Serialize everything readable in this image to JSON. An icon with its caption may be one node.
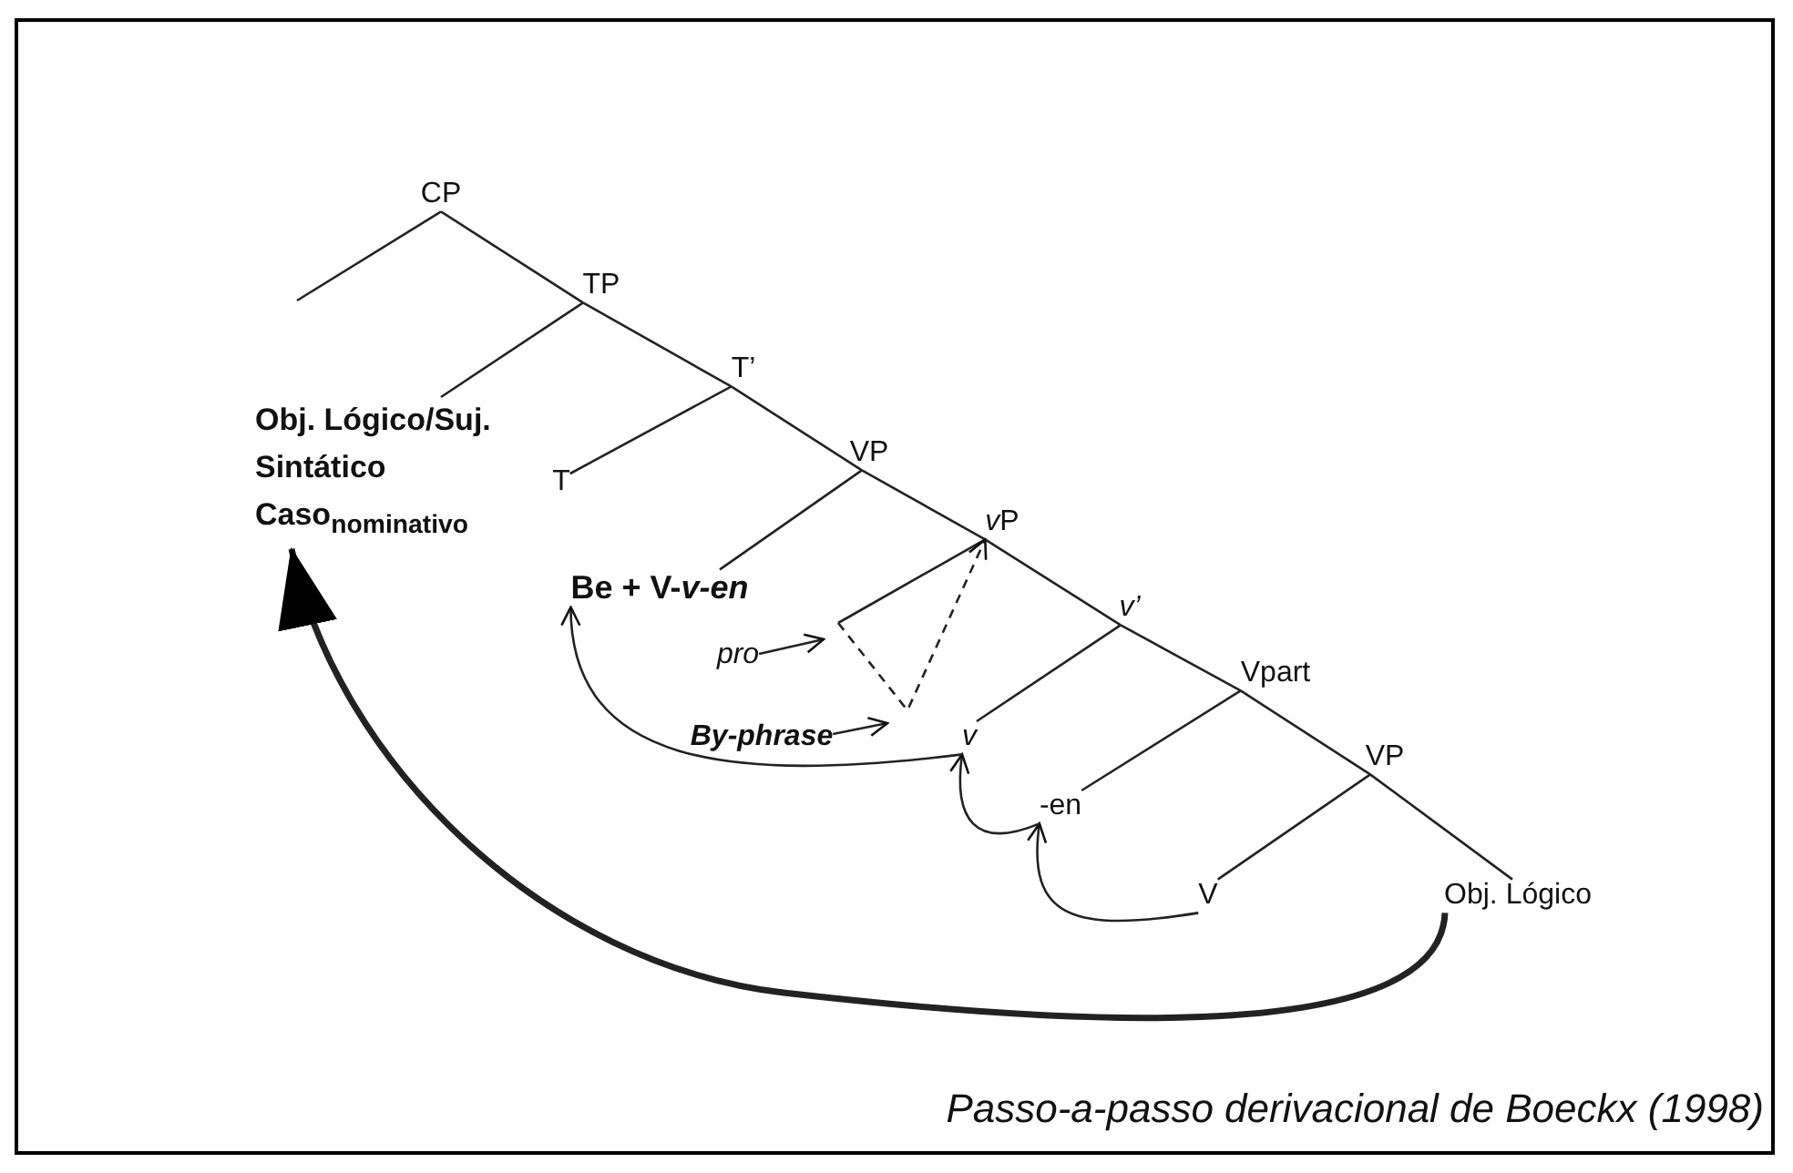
{
  "diagram": {
    "caption": "Passo-a-passo derivacional de Boeckx (1998)",
    "nodes": [
      {
        "text": [
          "CP"
        ]
      },
      {
        "text": [
          "TP"
        ]
      },
      {
        "text": [
          "T’"
        ]
      },
      {
        "text": [
          "VP"
        ]
      },
      {
        "text": [
          "vP"
        ]
      },
      {
        "text": [
          "*v’*"
        ]
      },
      {
        "text": [
          "Vpart"
        ]
      },
      {
        "text": [
          "VP"
        ]
      },
      {
        "text": [
          "Obj. Lógico/Suj. Sintático Caso$_{nominativo}$"
        ]
      },
      {
        "text": [
          "T"
        ]
      },
      {
        "text": [
          "Be + V-*v-en*"
        ]
      },
      {
        "text": [
          "pro"
        ]
      },
      {
        "text": [
          "By-phrase"
        ]
      },
      {
        "text": [
          "v"
        ]
      },
      {
        "text": [
          "-en"
        ]
      },
      {
        "text": [
          "V"
        ]
      },
      {
        "text": [
          "Obj. Lógico"
        ]
      }
    ],
    "edges": [
      {
        "from": 0,
        "to": null,
        "arrow": "none"
      },
      {
        "from": 0,
        "to": 1,
        "arrow": "none"
      },
      {
        "from": 1,
        "to": 8,
        "arrow": "none"
      },
      {
        "from": 1,
        "to": 2,
        "arrow": "none"
      },
      {
        "from": 2,
        "to": 9,
        "arrow": "none"
      },
      {
        "from": 2,
        "to": 3,
        "arrow": "none"
      },
      {
        "from": 3,
        "to": 10,
        "arrow": "none"
      },
      {
        "from": 3,
        "to": 4,
        "arrow": "none"
      },
      {
        "from": 4,
        "to": null,
        "arrow": "none"
      },
      {
        "from": 4,
        "to": 5,
        "arrow": "none"
      },
      {
        "from": 5,
        "to": 13,
        "arrow": "none"
      },
      {
        "from": 5,
        "to": 6,
        "arrow": "none"
      },
      {
        "from": 6,
        "to": 14,
        "arrow": "none"
      },
      {
        "from": 6,
        "to": 7,
        "arrow": "none"
      },
      {
        "from": 7,
        "to": 15,
        "arrow": "none"
      },
      {
        "from": 7,
        "to": 16,
        "arrow": "none"
      },
      {
        "from": null,
        "to": 4,
        "arrow": "to",
        "style": "dashed"
      },
      {
        "from": 11,
        "to": null,
        "arrow": "to"
      },
      {
        "from": 12,
        "to": null,
        "arrow": "to"
      },
      {
        "from": 15,
        "to": 14,
        "arrow": "to"
      },
      {
        "from": 14,
        "to": 13,
        "arrow": "to"
      },
      {
        "from": 13,
        "to": 10,
        "arrow": "to"
      },
      {
        "from": 16,
        "to": 8,
        "arrow": "to",
        "style": "thick"
      }
    ]
  }
}
